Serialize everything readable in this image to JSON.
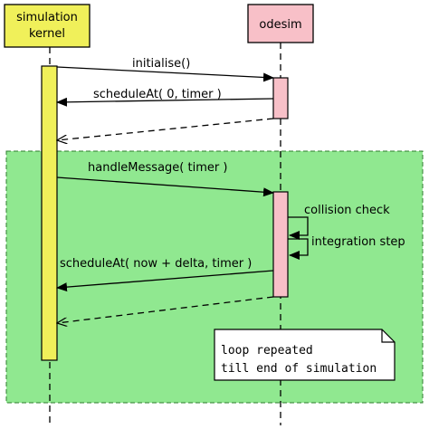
{
  "participants": {
    "kernel": {
      "line1": "simulation",
      "line2": "kernel",
      "fill": "#f0f05a"
    },
    "odesim": {
      "label": "odesim",
      "fill": "#f8c0c8"
    }
  },
  "loop": {
    "fill": "#90e890"
  },
  "messages": {
    "initialise": "initialise()",
    "schedule_timer": "scheduleAt( 0, timer )",
    "handle_message": "handleMessage( timer )",
    "schedule_delta": "scheduleAt( now + delta, timer )"
  },
  "self_calls": {
    "collision": "collision check",
    "integration": "integration step"
  },
  "note": {
    "line1": "loop repeated",
    "line2": "till end of simulation"
  }
}
